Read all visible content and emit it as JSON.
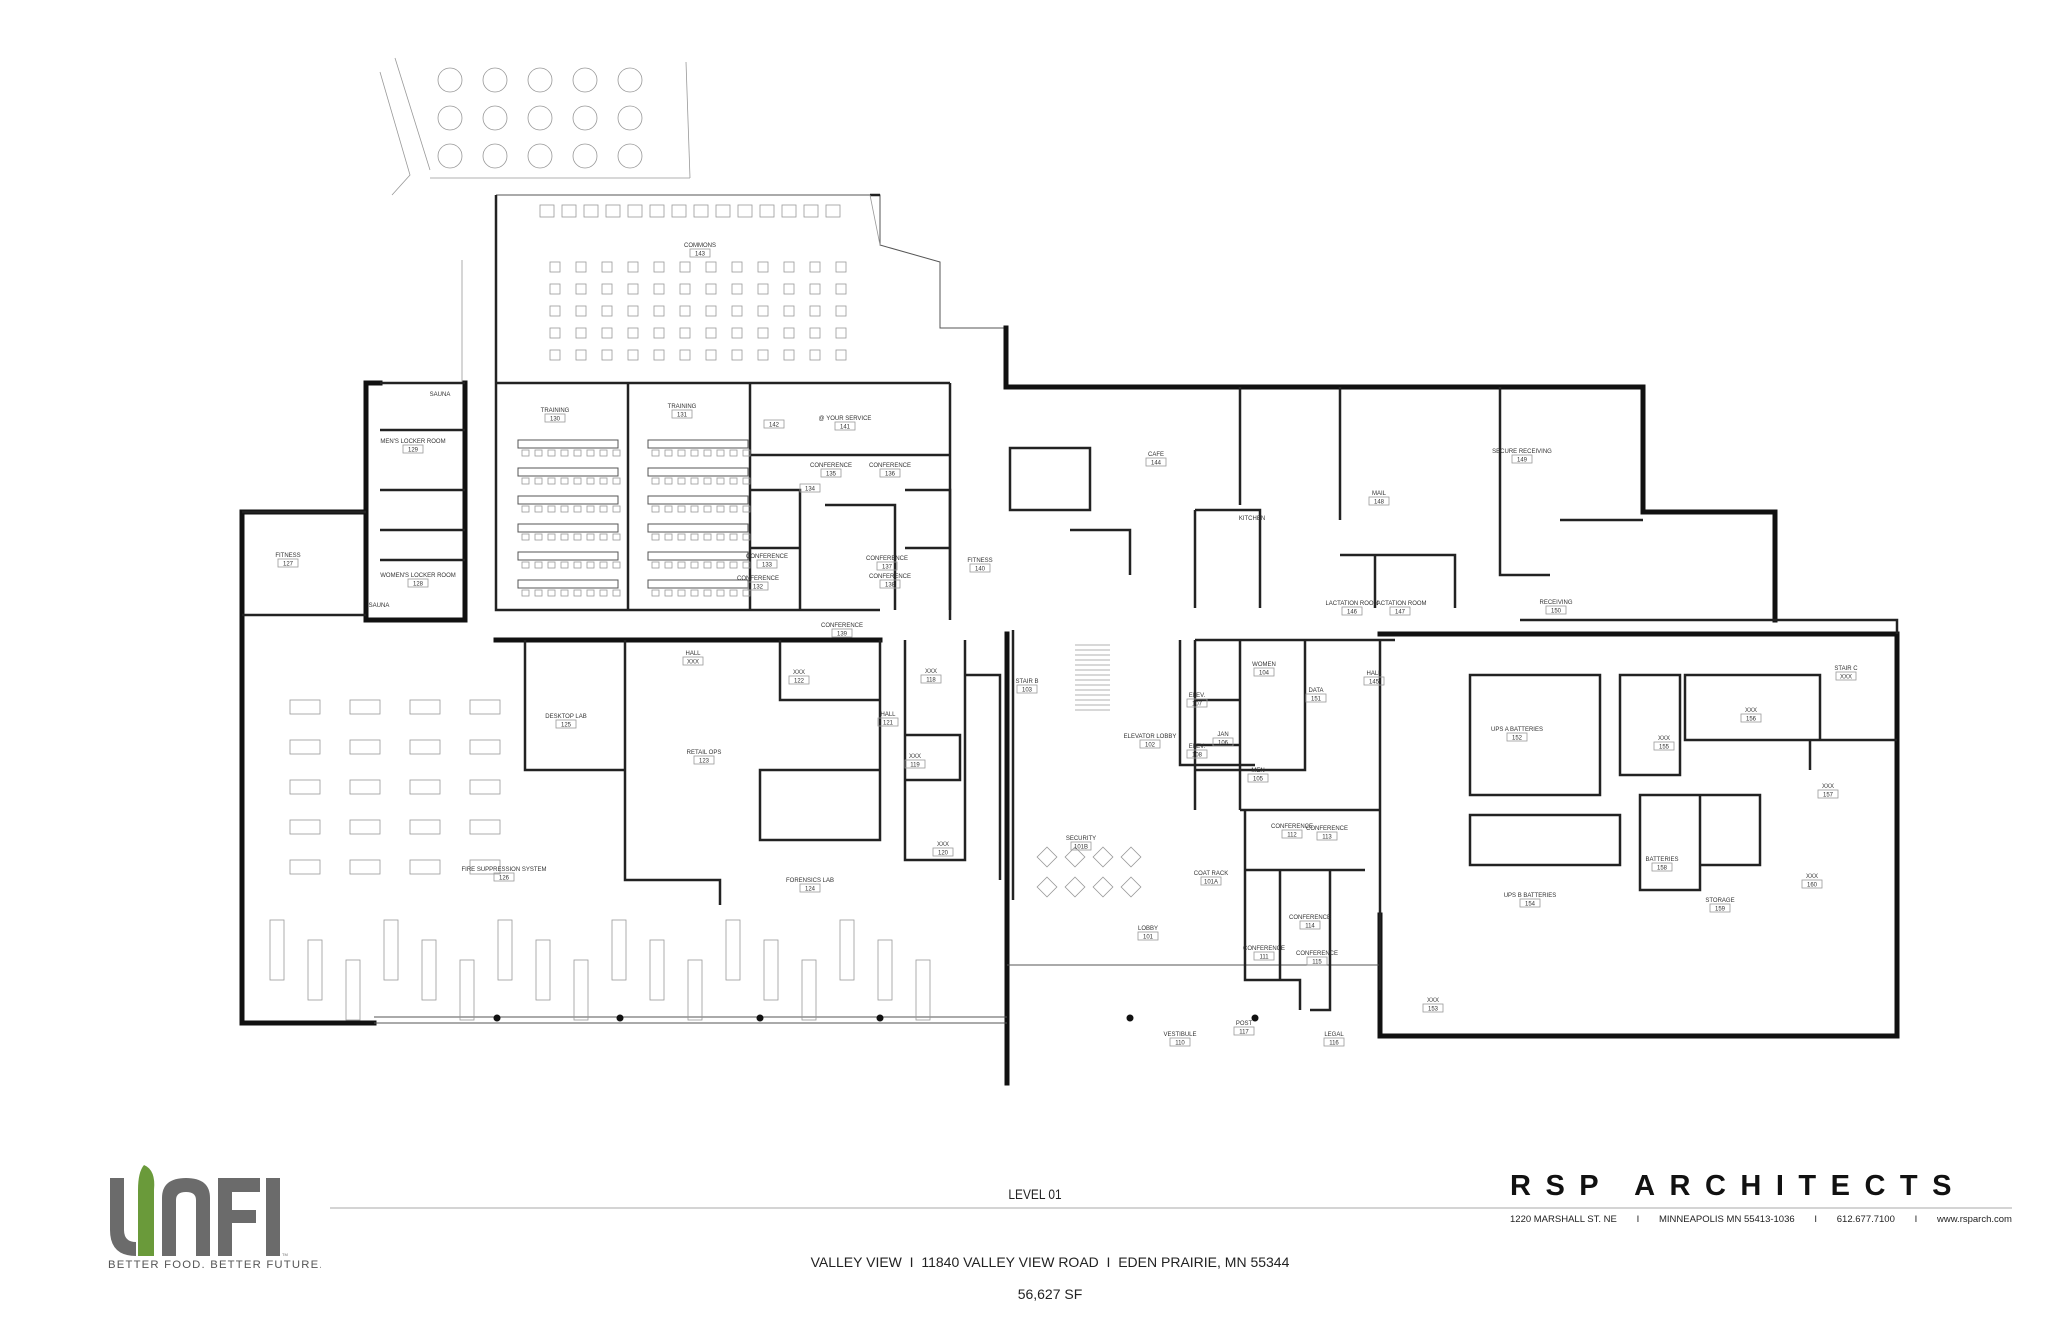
{
  "sheet": {
    "level": "LEVEL 01",
    "site_line": "VALLEY VIEW  I  11840 VALLEY VIEW ROAD  I  EDEN PRAIRIE, MN 55344",
    "area": "56,627 SF"
  },
  "client_logo": {
    "wordmark": "UNFI",
    "tagline": "BETTER FOOD. BETTER FUTURE.",
    "trademark": "TM",
    "colors": {
      "gray": "#6b6b6b",
      "green": "#6a9a3a"
    }
  },
  "architect": {
    "name": "RSP ARCHITECTS",
    "address": "1220 MARSHALL ST. NE",
    "city": "MINNEAPOLIS MN 55413-1036",
    "phone": "612.677.7100",
    "web": "www.rsparch.com",
    "separator": "I"
  },
  "rooms": [
    {
      "name": "COMMONS",
      "number": "143"
    },
    {
      "name": "TRAINING",
      "number": "130"
    },
    {
      "name": "TRAINING",
      "number": "131"
    },
    {
      "name": "MEN'S LOCKER ROOM",
      "number": "129"
    },
    {
      "name": "WOMEN'S LOCKER ROOM",
      "number": "128"
    },
    {
      "name": "SAUNA",
      "number": ""
    },
    {
      "name": "SAUNA",
      "number": ""
    },
    {
      "name": "FITNESS",
      "number": "127"
    },
    {
      "name": "",
      "number": "142"
    },
    {
      "name": "@ YOUR SERVICE",
      "number": "141"
    },
    {
      "name": "CONFERENCE",
      "number": "135"
    },
    {
      "name": "CONFERENCE",
      "number": "136"
    },
    {
      "name": "",
      "number": "134"
    },
    {
      "name": "CONFERENCE",
      "number": "133"
    },
    {
      "name": "CONFERENCE",
      "number": "132"
    },
    {
      "name": "CONFERENCE",
      "number": "139"
    },
    {
      "name": "CONFERENCE",
      "number": "137"
    },
    {
      "name": "CONFERENCE",
      "number": "138"
    },
    {
      "name": "FITNESS",
      "number": "140"
    },
    {
      "name": "HALL",
      "number": "XXX"
    },
    {
      "name": "CAFE",
      "number": "144"
    },
    {
      "name": "KITCHEN",
      "number": ""
    },
    {
      "name": "MAIL",
      "number": "148"
    },
    {
      "name": "SECURE RECEIVING",
      "number": "149"
    },
    {
      "name": "RECEIVING",
      "number": "150"
    },
    {
      "name": "LACTATION ROOM",
      "number": "146"
    },
    {
      "name": "LACTATION ROOM",
      "number": "147"
    },
    {
      "name": "HALL",
      "number": "145"
    },
    {
      "name": "DESKTOP LAB",
      "number": "125"
    },
    {
      "name": "RETAIL OPS",
      "number": "123"
    },
    {
      "name": "XXX",
      "number": "122"
    },
    {
      "name": "HALL",
      "number": "121"
    },
    {
      "name": "XXX",
      "number": "118"
    },
    {
      "name": "XXX",
      "number": "119"
    },
    {
      "name": "XXX",
      "number": "120"
    },
    {
      "name": "FORENSICS LAB",
      "number": "124"
    },
    {
      "name": "FIRE SUPPRESSION SYSTEM",
      "number": "126"
    },
    {
      "name": "STAIR B",
      "number": "103"
    },
    {
      "name": "ELEVATOR LOBBY",
      "number": "102"
    },
    {
      "name": "SECURITY",
      "number": "101B"
    },
    {
      "name": "LOBBY",
      "number": "101"
    },
    {
      "name": "VESTIBULE",
      "number": "110"
    },
    {
      "name": "WOMEN",
      "number": "104"
    },
    {
      "name": "DATA",
      "number": "151"
    },
    {
      "name": "ELEV.",
      "number": "107"
    },
    {
      "name": "ELEV.",
      "number": "108"
    },
    {
      "name": "JAN",
      "number": "106"
    },
    {
      "name": "MEN",
      "number": "105"
    },
    {
      "name": "CONFERENCE",
      "number": "112"
    },
    {
      "name": "CONFERENCE",
      "number": "113"
    },
    {
      "name": "COAT RACK",
      "number": "101A"
    },
    {
      "name": "CONFERENCE",
      "number": "114"
    },
    {
      "name": "CONFERENCE",
      "number": "111"
    },
    {
      "name": "CONFERENCE",
      "number": "115"
    },
    {
      "name": "POST",
      "number": "117"
    },
    {
      "name": "LEGAL",
      "number": "116"
    },
    {
      "name": "UPS A BATTERIES",
      "number": "152"
    },
    {
      "name": "XXX",
      "number": "155"
    },
    {
      "name": "XXX",
      "number": "156"
    },
    {
      "name": "STAIR C",
      "number": "XXX"
    },
    {
      "name": "XXX",
      "number": "157"
    },
    {
      "name": "UPS B BATTERIES",
      "number": "154"
    },
    {
      "name": "BATTERIES",
      "number": "158"
    },
    {
      "name": "STORAGE",
      "number": "159"
    },
    {
      "name": "XXX",
      "number": "160"
    },
    {
      "name": "XXX",
      "number": "153"
    }
  ]
}
